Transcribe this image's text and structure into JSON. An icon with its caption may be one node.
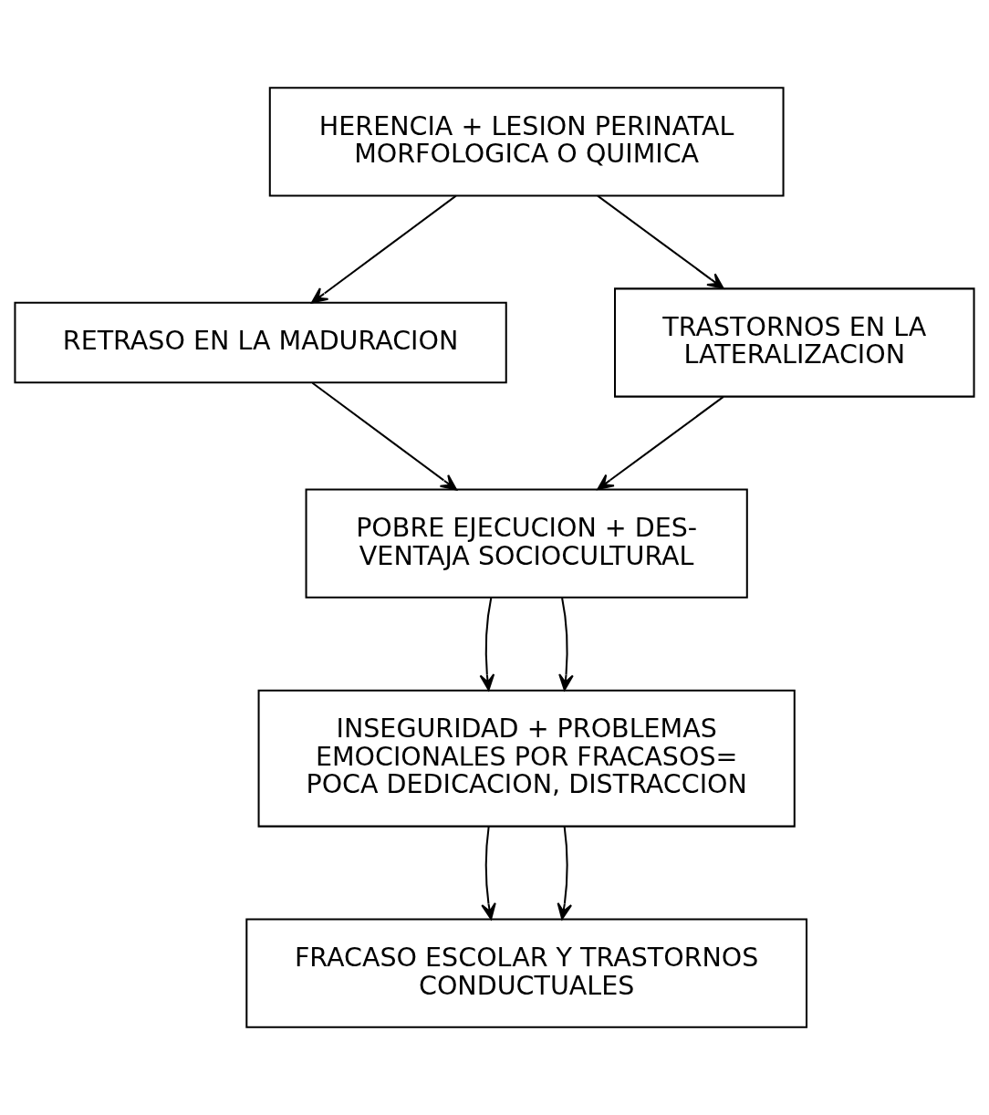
{
  "diagram": {
    "nodes": [
      {
        "text": [
          "HERENCIA + LESION PERINATAL MORFOLOGICA O QUIMICA"
        ]
      },
      {
        "text": [
          "RETRASO EN LA MADURACION"
        ]
      },
      {
        "text": [
          "TRASTORNOS EN LA LATERALIZACION"
        ]
      },
      {
        "text": [
          "POBRE EJECUCION + DES- VENTAJA SOCIOCULTURAL"
        ]
      },
      {
        "text": [
          "INSEGURIDAD + PROBLEMAS EMOCIONALES POR FRACASOS= POCA DEDICACION, DISTRACCION"
        ]
      },
      {
        "text": [
          "FRACASO ESCOLAR Y TRASTORNOS CONDUCTUALES"
        ]
      }
    ],
    "edges": [
      {
        "from": 0,
        "to": 1,
        "arrow": "to"
      },
      {
        "from": 0,
        "to": 2,
        "arrow": "to"
      },
      {
        "from": 1,
        "to": 3,
        "arrow": "to"
      },
      {
        "from": 2,
        "to": 3,
        "arrow": "to"
      },
      {
        "from": 3,
        "to": 4,
        "arrow": "to"
      },
      {
        "from": 3,
        "to": 4,
        "arrow": "to"
      },
      {
        "from": 4,
        "to": 5,
        "arrow": "to"
      },
      {
        "from": 4,
        "to": 5,
        "arrow": "to"
      }
    ]
  }
}
